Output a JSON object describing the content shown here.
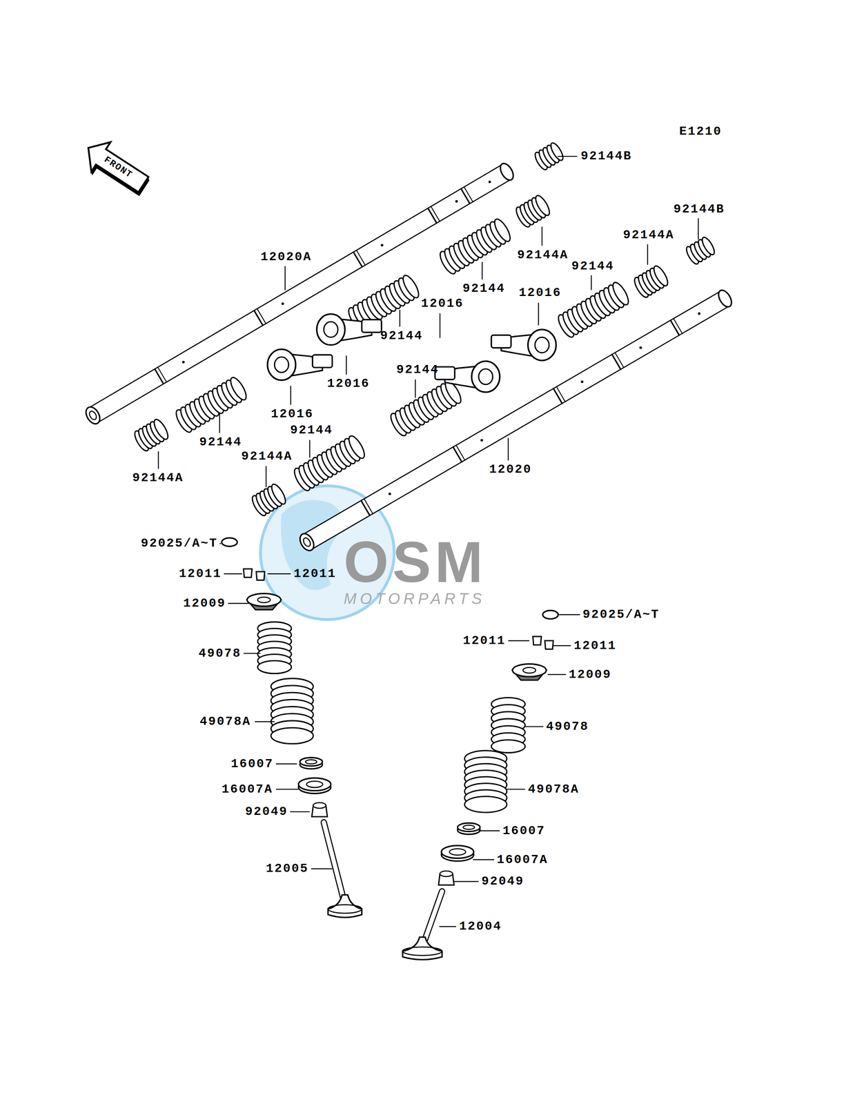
{
  "diagram": {
    "labels": [
      "E1210",
      "FRONT",
      "92144B",
      "12020A",
      "92144B",
      "92144A",
      "92144A",
      "92144",
      "92144",
      "12016",
      "12016",
      "92144",
      "92144",
      "12016",
      "12016",
      "92144",
      "92144",
      "92144A",
      "12020",
      "92144A",
      "92025/A~T",
      "12011",
      "12011",
      "12009",
      "OSM",
      "MOTORPARTS",
      "92025/A~T",
      "12011",
      "12011",
      "49078",
      "12009",
      "49078A",
      "49078",
      "16007",
      "16007A",
      "49078A",
      "92049",
      "16007",
      "16007A",
      "12005",
      "92049",
      "12004"
    ]
  }
}
